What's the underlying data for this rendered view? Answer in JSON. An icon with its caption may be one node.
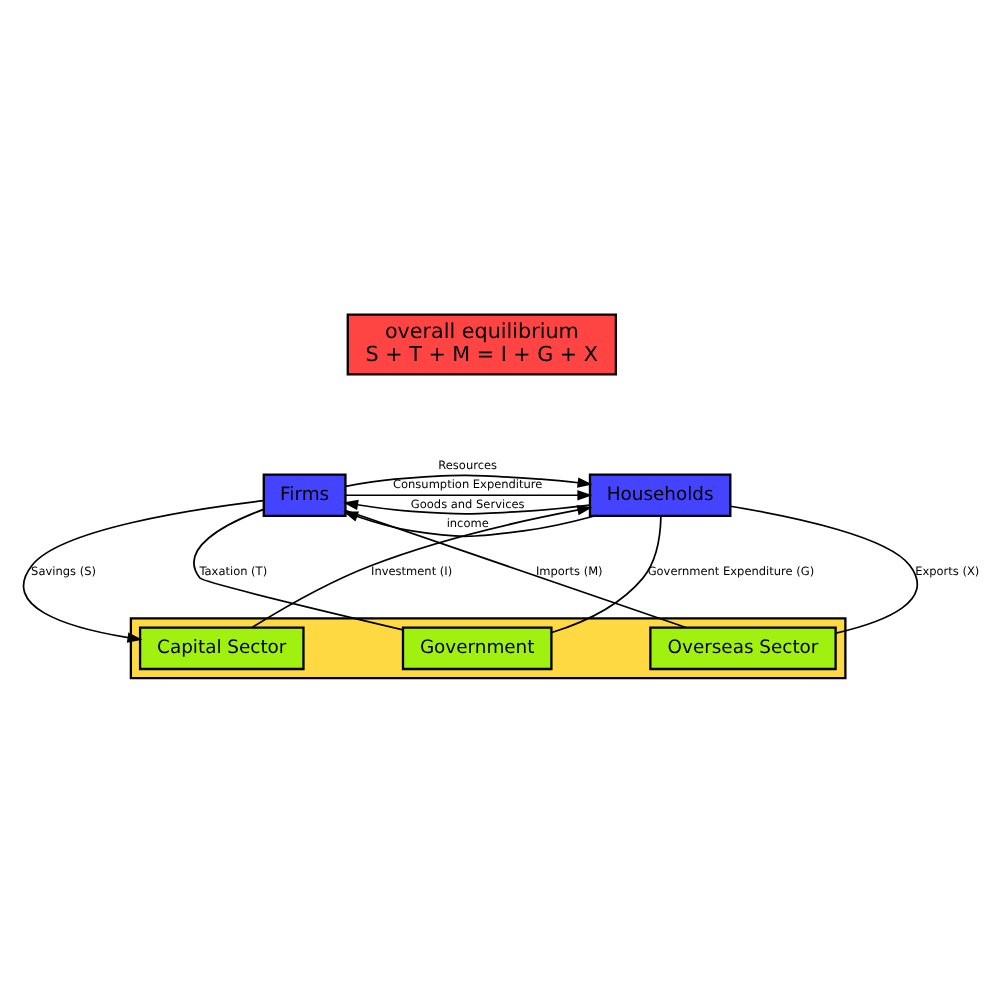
{
  "diagram": {
    "nodes": [
      {
        "text": [
          "overall equilibrium",
          "S + T + M = I + G + X"
        ]
      },
      {
        "text": [
          "Firms"
        ]
      },
      {
        "text": [
          "Households"
        ]
      },
      {
        "text": [],
        "shape": "box"
      },
      {
        "text": [
          "Capital Sector"
        ],
        "in": 3
      },
      {
        "text": [
          "Government"
        ],
        "in": 3
      },
      {
        "text": [
          "Overseas Sector"
        ],
        "in": 3
      }
    ],
    "edges": [
      {
        "from": 2,
        "to": 1,
        "arrow": "to",
        "label": "income"
      },
      {
        "from": 2,
        "to": 1,
        "arrow": "to",
        "label": "Goods and Services"
      },
      {
        "from": 1,
        "to": 2,
        "arrow": "to",
        "label": "Resources"
      },
      {
        "from": 1,
        "to": 2,
        "arrow": "to",
        "label": "Consumption Expenditure"
      },
      {
        "from": 1,
        "to": 4,
        "arrow": "to",
        "label": "Savings (S)"
      },
      {
        "from": 4,
        "to": 2,
        "arrow": "to",
        "label": "Investment (I)"
      },
      {
        "from": 1,
        "to": 5,
        "arrow": "none",
        "label": "Taxation (T)"
      },
      {
        "from": 5,
        "to": 2,
        "arrow": "none",
        "label": "Government Expenditure (G)"
      },
      {
        "from": 1,
        "to": 6,
        "arrow": "none",
        "label": "Imports (M)"
      },
      {
        "from": 6,
        "to": 2,
        "arrow": "none",
        "label": "Exports (X)"
      }
    ]
  }
}
